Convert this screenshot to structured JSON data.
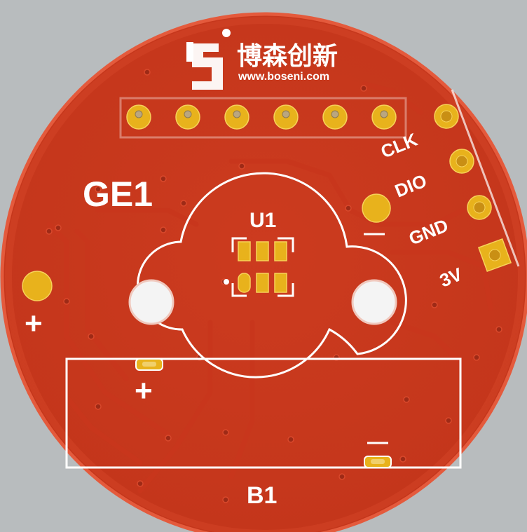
{
  "logo": {
    "brand_cn": "博森创新",
    "url": "www.boseni.com",
    "mark": "S"
  },
  "labels": {
    "component_ge": "GE1",
    "component_u": "U1",
    "component_b": "B1",
    "pin_clk": "CLK",
    "pin_dio": "DIO",
    "pin_gnd": "GND",
    "pin_3v": "3V",
    "polarity_plus": "+",
    "polarity_minus": "—"
  },
  "colors": {
    "board": "#c9391d",
    "board_edge": "#e04c2f",
    "gold": "#e8b21c",
    "silkscreen": "#ffffff",
    "background": "#b8bcbe"
  }
}
